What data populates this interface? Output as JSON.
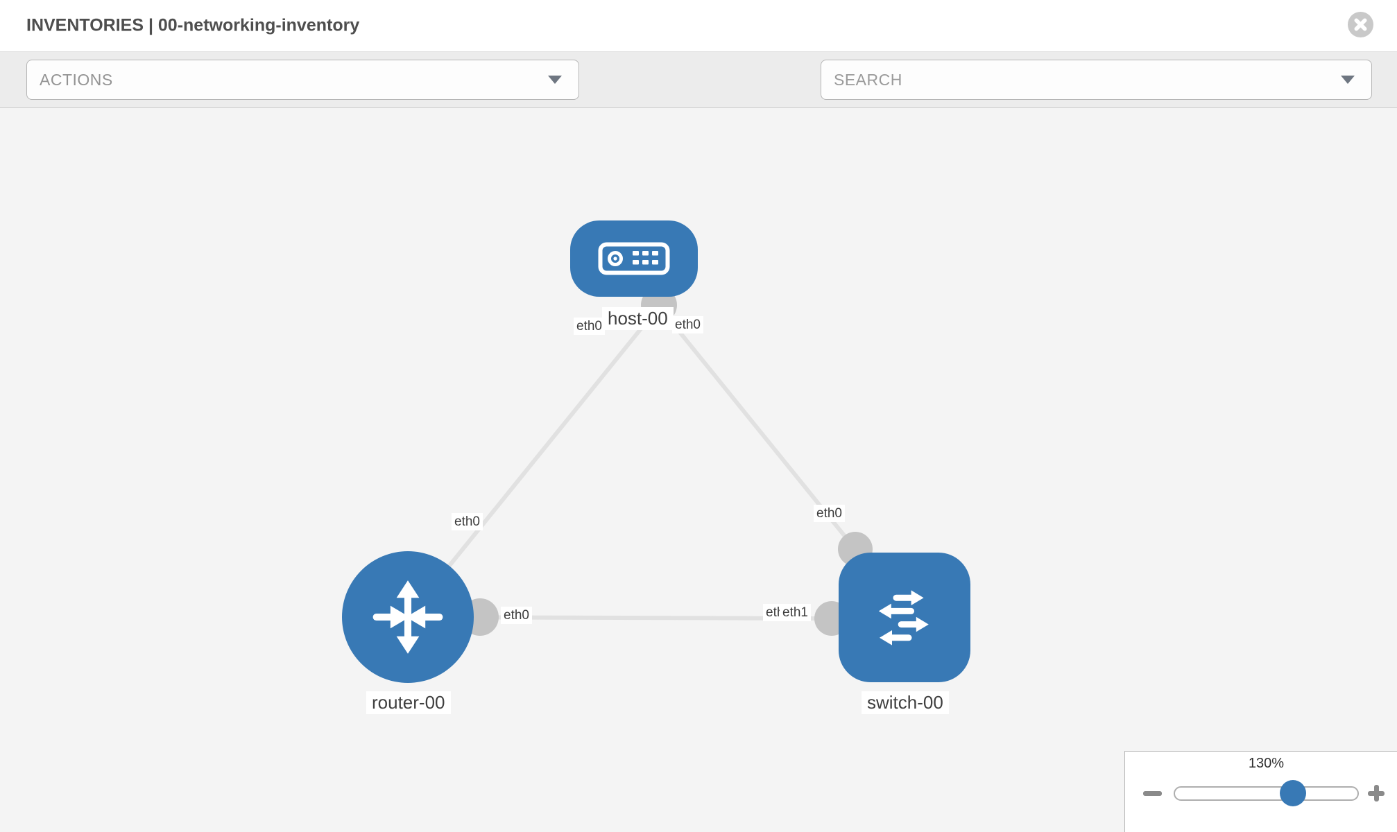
{
  "header": {
    "title": "INVENTORIES | 00-networking-inventory",
    "close_icon": "circle-x-icon"
  },
  "toolbar": {
    "actions_label": "ACTIONS",
    "search_placeholder": "SEARCH",
    "icons": [
      "wrench-icon",
      "key-icon"
    ]
  },
  "colors": {
    "node_blue": "#3879b5",
    "link_gray": "#e1e1e1",
    "connector_gray": "#c4c4c4",
    "canvas_bg": "#f4f4f4"
  },
  "topology": {
    "nodes": [
      {
        "name": "host-00",
        "type": "host",
        "icon": "server-icon"
      },
      {
        "name": "router-00",
        "type": "router",
        "icon": "router-arrows-icon"
      },
      {
        "name": "switch-00",
        "type": "switch",
        "icon": "switch-arrows-icon"
      }
    ],
    "links": [
      {
        "from": "host-00",
        "from_iface": "eth0",
        "to": "router-00",
        "to_iface": "eth0"
      },
      {
        "from": "host-00",
        "from_iface": "eth0",
        "to": "switch-00",
        "to_iface": "eth0"
      },
      {
        "from": "router-00",
        "from_iface": "eth0",
        "to": "switch-00",
        "to_iface": "eth1"
      }
    ],
    "iface_chips": [
      "eth0",
      "eth0",
      "eth0",
      "eth0",
      "eth0",
      "eth0",
      "eth1"
    ]
  },
  "zoom_control": {
    "value_label": "130%",
    "value_percent": 130
  }
}
